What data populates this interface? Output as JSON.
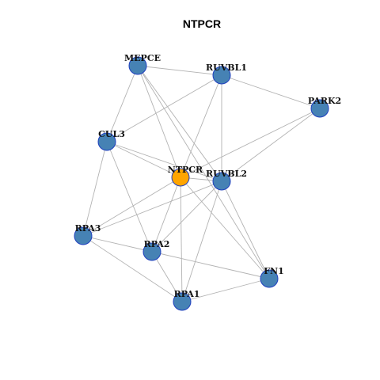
{
  "title": "NTPCR",
  "colors": {
    "background": "#ffffff",
    "edge": "#b3b3b3",
    "node_default": "#4682b4",
    "node_highlight": "#ffa500",
    "node_border": "#1f3fbf"
  },
  "nodes": [
    {
      "id": "MEPCE",
      "label": "MEPCE",
      "highlight": false
    },
    {
      "id": "RUVBL1",
      "label": "RUVBL1",
      "highlight": false
    },
    {
      "id": "PARK2",
      "label": "PARK2",
      "highlight": false
    },
    {
      "id": "CUL3",
      "label": "CUL3",
      "highlight": false
    },
    {
      "id": "NTPCR",
      "label": "NTPCR",
      "highlight": true
    },
    {
      "id": "RUVBL2",
      "label": "RUVBL2",
      "highlight": false
    },
    {
      "id": "RPA3",
      "label": "RPA3",
      "highlight": false
    },
    {
      "id": "RPA2",
      "label": "RPA2",
      "highlight": false
    },
    {
      "id": "FN1",
      "label": "FN1",
      "highlight": false
    },
    {
      "id": "RPA1",
      "label": "RPA1",
      "highlight": false
    }
  ],
  "edges": [
    [
      "MEPCE",
      "RUVBL1"
    ],
    [
      "MEPCE",
      "CUL3"
    ],
    [
      "MEPCE",
      "NTPCR"
    ],
    [
      "MEPCE",
      "RUVBL2"
    ],
    [
      "MEPCE",
      "FN1"
    ],
    [
      "RUVBL1",
      "PARK2"
    ],
    [
      "RUVBL1",
      "CUL3"
    ],
    [
      "RUVBL1",
      "NTPCR"
    ],
    [
      "RUVBL1",
      "RUVBL2"
    ],
    [
      "PARK2",
      "NTPCR"
    ],
    [
      "PARK2",
      "RUVBL2"
    ],
    [
      "CUL3",
      "NTPCR"
    ],
    [
      "CUL3",
      "RUVBL2"
    ],
    [
      "CUL3",
      "RPA3"
    ],
    [
      "CUL3",
      "RPA2"
    ],
    [
      "NTPCR",
      "RUVBL2"
    ],
    [
      "NTPCR",
      "RPA3"
    ],
    [
      "NTPCR",
      "RPA2"
    ],
    [
      "NTPCR",
      "RPA1"
    ],
    [
      "NTPCR",
      "FN1"
    ],
    [
      "RUVBL2",
      "RPA3"
    ],
    [
      "RUVBL2",
      "RPA2"
    ],
    [
      "RUVBL2",
      "RPA1"
    ],
    [
      "RUVBL2",
      "FN1"
    ],
    [
      "RPA3",
      "RPA2"
    ],
    [
      "RPA3",
      "RPA1"
    ],
    [
      "RPA2",
      "RPA1"
    ],
    [
      "RPA2",
      "FN1"
    ],
    [
      "RPA1",
      "FN1"
    ]
  ]
}
